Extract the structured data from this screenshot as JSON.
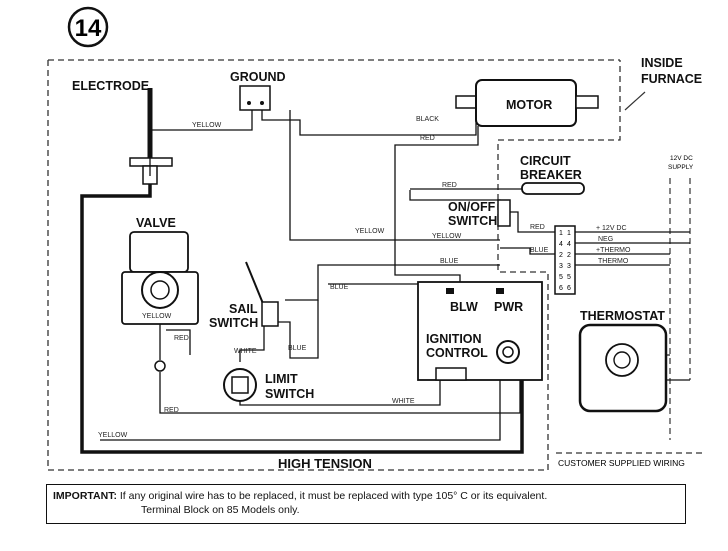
{
  "diagram_number": "14",
  "labels": {
    "inside_furnace": [
      "INSIDE",
      "FURNACE"
    ],
    "electrode": "ELECTRODE",
    "ground": "GROUND",
    "motor": "MOTOR",
    "circuit_breaker": [
      "CIRCUIT",
      "BREAKER"
    ],
    "on_off_switch": [
      "ON/OFF",
      "SWITCH"
    ],
    "valve": "VALVE",
    "sail_switch": [
      "SAIL",
      "SWITCH"
    ],
    "limit_switch": [
      "LIMIT",
      "SWITCH"
    ],
    "ignition_control": [
      "IGNITION",
      "CONTROL"
    ],
    "blw": "BLW",
    "pwr": "PWR",
    "thermostat": "THERMOSTAT",
    "high_tension": "HIGH TENSION",
    "customer_supplied_wiring": "CUSTOMER SUPPLIED WIRING",
    "supply": [
      "12V DC",
      "SUPPLY"
    ]
  },
  "wire_labels": {
    "yellow": "YELLOW",
    "black": "BLACK",
    "red": "RED",
    "blue": "BLUE",
    "white": "WHITE"
  },
  "terminal_block": {
    "numbers": [
      "1",
      "1",
      "4",
      "4",
      "2",
      "2",
      "3",
      "3",
      "5",
      "5",
      "6",
      "6"
    ],
    "labels": [
      "+ 12V DC",
      "NEG",
      "+THERMO",
      "THERMO"
    ]
  },
  "note": {
    "prefix": "IMPORTANT:",
    "line1": "If any original wire has to be replaced, it must be replaced with type 105° C or its equivalent.",
    "line2": "Terminal Block on 85 Models only."
  }
}
